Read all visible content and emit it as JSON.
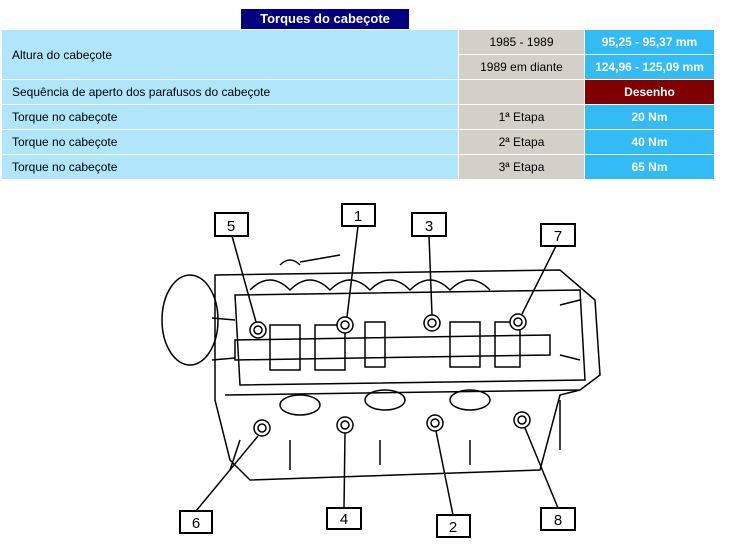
{
  "title": "Torques do cabeçote",
  "rows": {
    "height": {
      "label": "Altura do cabeçote",
      "r1_period": "1985 - 1989",
      "r1_value": "95,25 - 95,37 mm",
      "r2_period": "1989 em diante",
      "r2_value": "124,96 - 125,09 mm"
    },
    "sequence": {
      "label": "Sequência de aperto dos parafusos do cabeçote",
      "value": "Desenho"
    },
    "t1": {
      "label": "Torque no cabeçote",
      "stage": "1ª Etapa",
      "value": "20 Nm"
    },
    "t2": {
      "label": "Torque no cabeçote",
      "stage": "2ª Etapa",
      "value": "40 Nm"
    },
    "t3": {
      "label": "Torque no cabeçote",
      "stage": "3ª Etapa",
      "value": "65 Nm"
    }
  },
  "diagram": {
    "callouts": [
      "1",
      "2",
      "3",
      "4",
      "5",
      "6",
      "7",
      "8"
    ]
  }
}
